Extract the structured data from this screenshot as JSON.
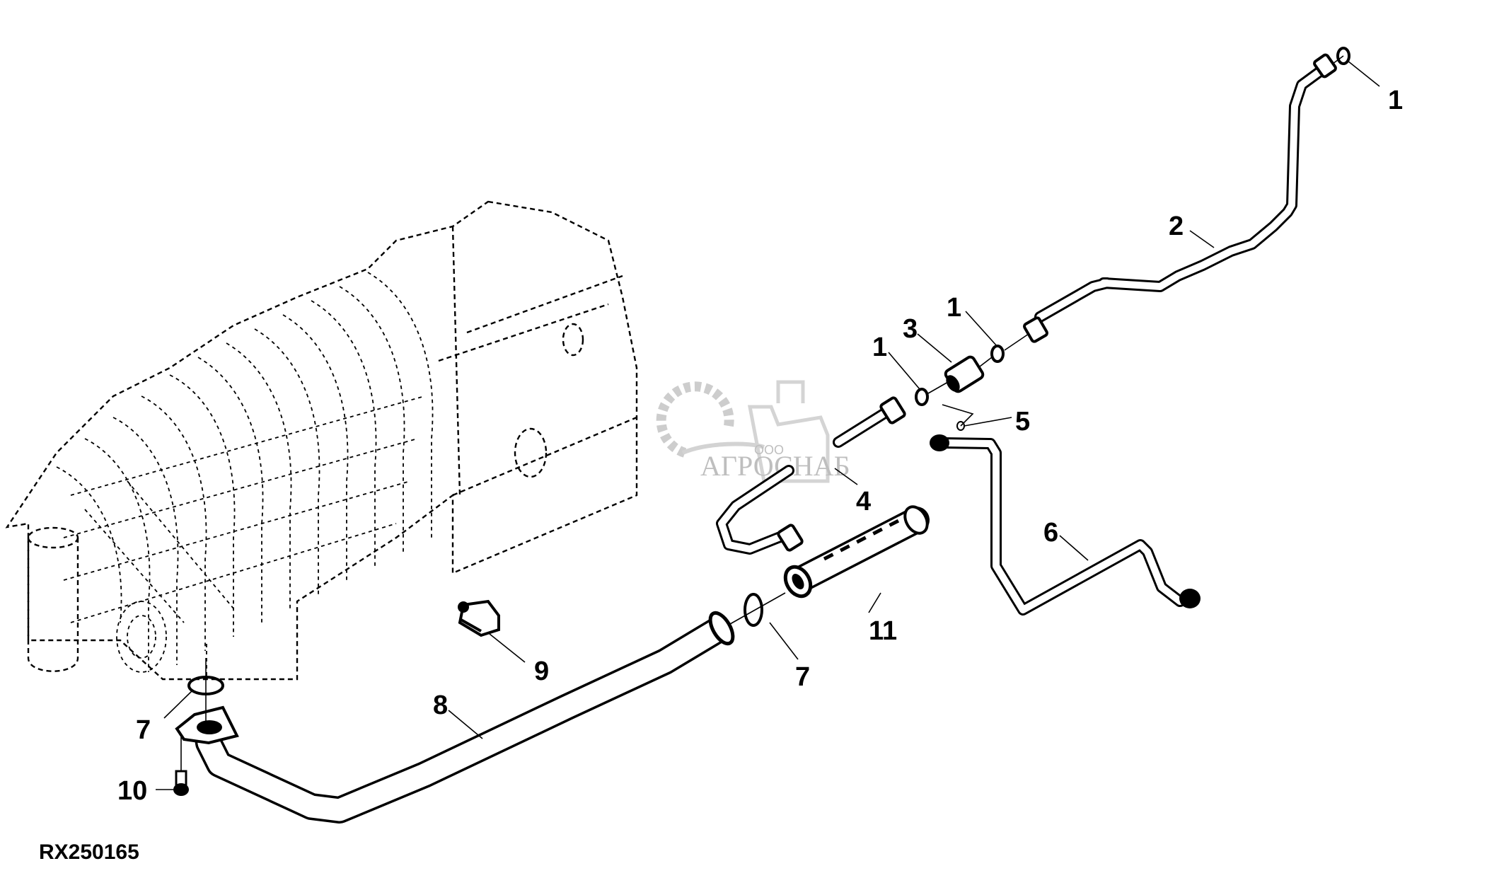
{
  "diagram": {
    "drawing_code": "RX250165",
    "watermark": {
      "prefix": "ООО",
      "brand": "АГРОСНАБ"
    },
    "background_component": "engine assembly (phantom / dashed outline)",
    "callouts": [
      {
        "id": "c1a",
        "label": "1",
        "part": "O-ring (top right)"
      },
      {
        "id": "c2",
        "label": "2",
        "part": "Line"
      },
      {
        "id": "c1b",
        "label": "1",
        "part": "O-ring (upper middle)"
      },
      {
        "id": "c3",
        "label": "3",
        "part": "Fitting"
      },
      {
        "id": "c1c",
        "label": "1",
        "part": "O-ring (lower middle)"
      },
      {
        "id": "c5",
        "label": "5",
        "part": "O-ring (small)"
      },
      {
        "id": "c4",
        "label": "4",
        "part": "Line"
      },
      {
        "id": "c6",
        "label": "6",
        "part": "Line"
      },
      {
        "id": "c11",
        "label": "11",
        "part": "Tube"
      },
      {
        "id": "c9",
        "label": "9",
        "part": "Clamp"
      },
      {
        "id": "c7a",
        "label": "7",
        "part": "O-ring (middle)"
      },
      {
        "id": "c8",
        "label": "8",
        "part": "Pipe"
      },
      {
        "id": "c7b",
        "label": "7",
        "part": "O-ring (left)"
      },
      {
        "id": "c10",
        "label": "10",
        "part": "Cap screw"
      }
    ]
  }
}
